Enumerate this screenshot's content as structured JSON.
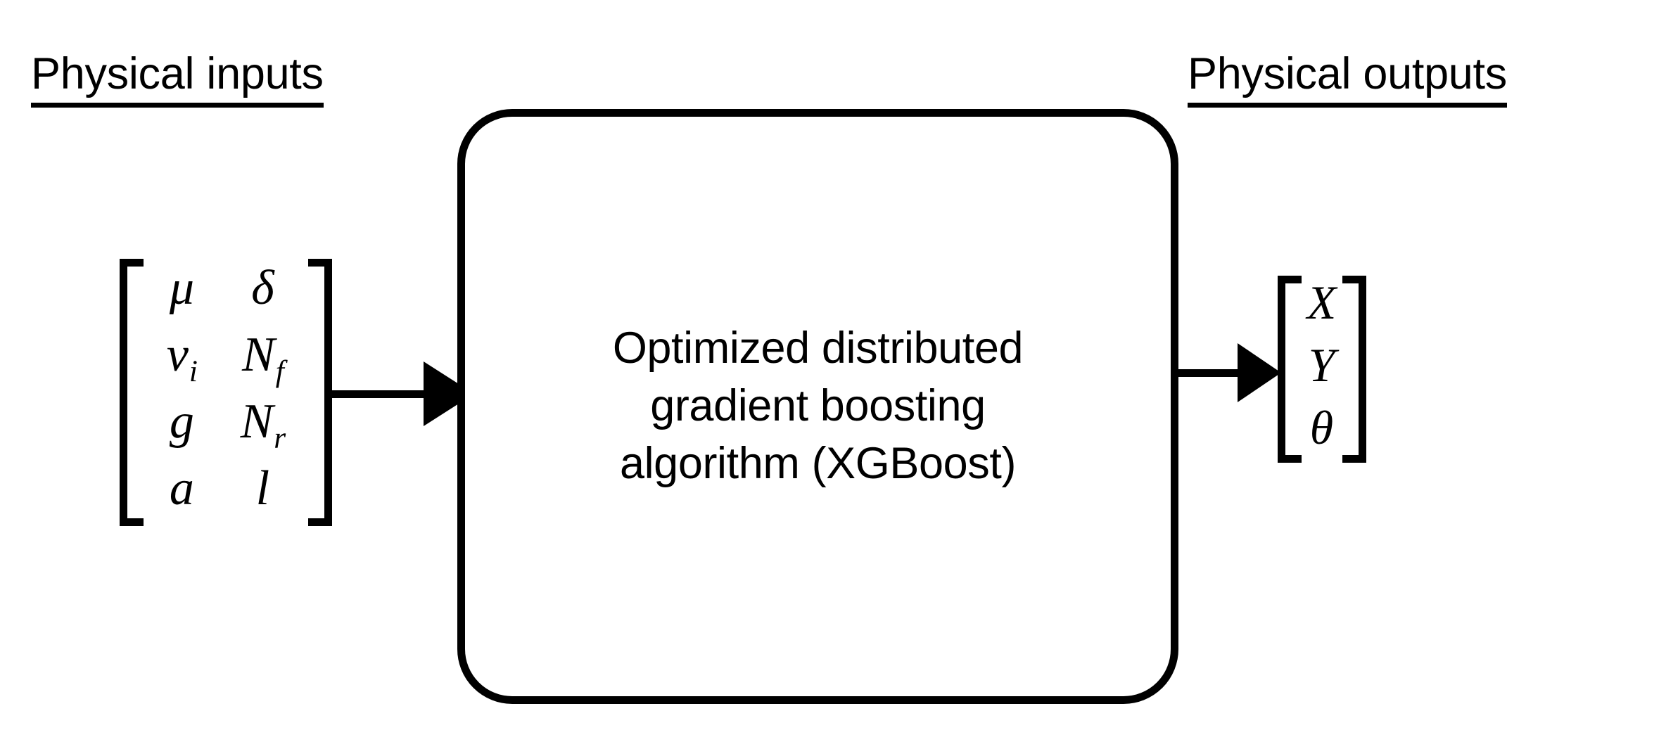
{
  "diagram": {
    "title_left": "Physical inputs",
    "title_right": "Physical outputs",
    "model_box": {
      "lines": [
        "Optimized distributed",
        "gradient boosting",
        "algorithm (XGBoost)"
      ],
      "full_text": "Optimized distributed gradient boosting algorithm (XGBoost)"
    },
    "input_matrix": {
      "rows": 4,
      "cols": 2,
      "cells": [
        [
          {
            "base": "μ",
            "sub": ""
          },
          {
            "base": "δ",
            "sub": ""
          }
        ],
        [
          {
            "base": "v",
            "sub": "i"
          },
          {
            "base": "N",
            "sub": "f"
          }
        ],
        [
          {
            "base": "g",
            "sub": ""
          },
          {
            "base": "N",
            "sub": "r"
          }
        ],
        [
          {
            "base": "a",
            "sub": ""
          },
          {
            "base": "l",
            "sub": ""
          }
        ]
      ]
    },
    "output_matrix": {
      "rows": 3,
      "cols": 1,
      "cells": [
        [
          {
            "base": "X",
            "sub": ""
          }
        ],
        [
          {
            "base": "Y",
            "sub": ""
          }
        ],
        [
          {
            "base": "θ",
            "sub": ""
          }
        ]
      ]
    },
    "arrows": [
      {
        "name": "input-to-model",
        "direction": "right"
      },
      {
        "name": "model-to-output",
        "direction": "right"
      }
    ],
    "colors": {
      "stroke": "#000000",
      "background": "#ffffff",
      "text": "#000000"
    }
  }
}
